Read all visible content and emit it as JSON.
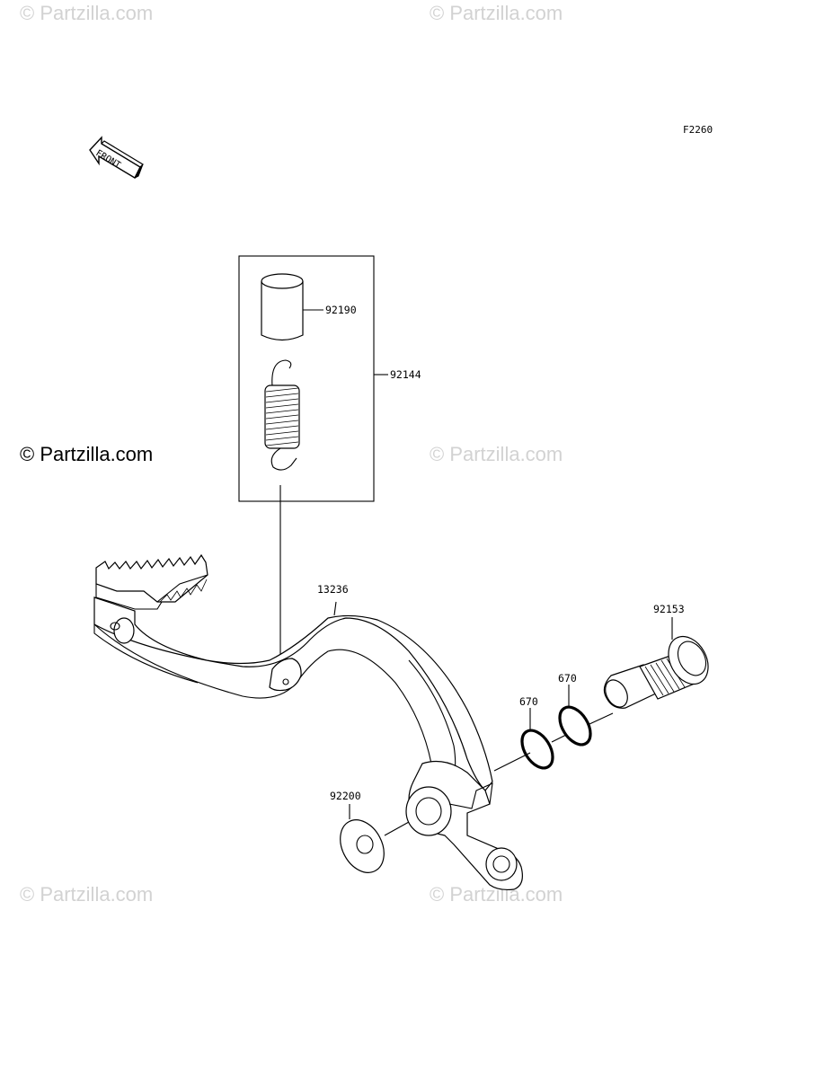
{
  "watermarks": {
    "top_left": "© Partzilla.com",
    "top_right": "© Partzilla.com",
    "mid_left": "© Partzilla.com",
    "mid_right": "© Partzilla.com",
    "bottom_left": "© Partzilla.com",
    "bottom_right": "© Partzilla.com"
  },
  "diagram_code": "F2260",
  "front_label": "FRONT",
  "parts": {
    "p92190": "92190",
    "p92144": "92144",
    "p13236": "13236",
    "p92153": "92153",
    "p670_left": "670",
    "p670_right": "670",
    "p92200": "92200"
  }
}
